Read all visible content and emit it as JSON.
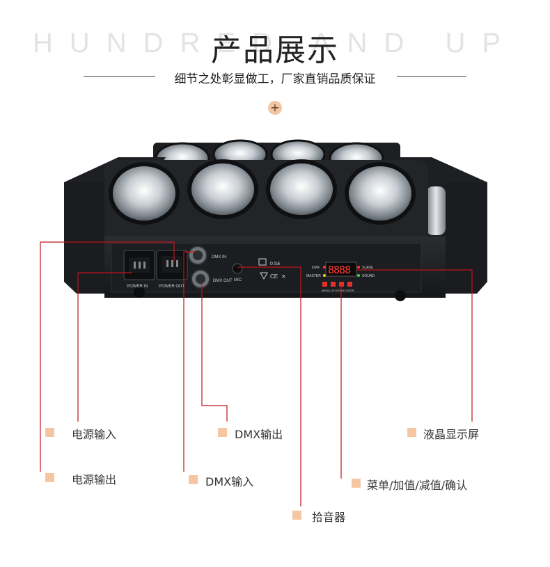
{
  "header": {
    "bg_text": "HUNDRED AND UP",
    "title": "产品展示",
    "subtitle": "细节之处彰显做工，厂家直销品质保证",
    "plus_symbol": "+"
  },
  "panel": {
    "power_in": "POWER IN",
    "power_out": "POWER OUT",
    "dmx_in": "DMX IN",
    "dmx_out": "DMX OUT",
    "mic": "MIC",
    "dmx": "DMX",
    "master": "MASTER",
    "slave": "SLAVE",
    "sound": "SOUND",
    "buttons": "MENU  UP  DOWN  ENTER",
    "fuse": "0.5A",
    "ce": "CE"
  },
  "callouts": {
    "power_in": "电源输入",
    "power_out": "电源输出",
    "dmx_out": "DMX输出",
    "dmx_in": "DMX输入",
    "display": "液晶显示屏",
    "buttons": "菜单/加值/减值/确认",
    "mic": "拾音器"
  },
  "colors": {
    "accent": "#f6c6a3",
    "callout_line": "#c0141c"
  }
}
